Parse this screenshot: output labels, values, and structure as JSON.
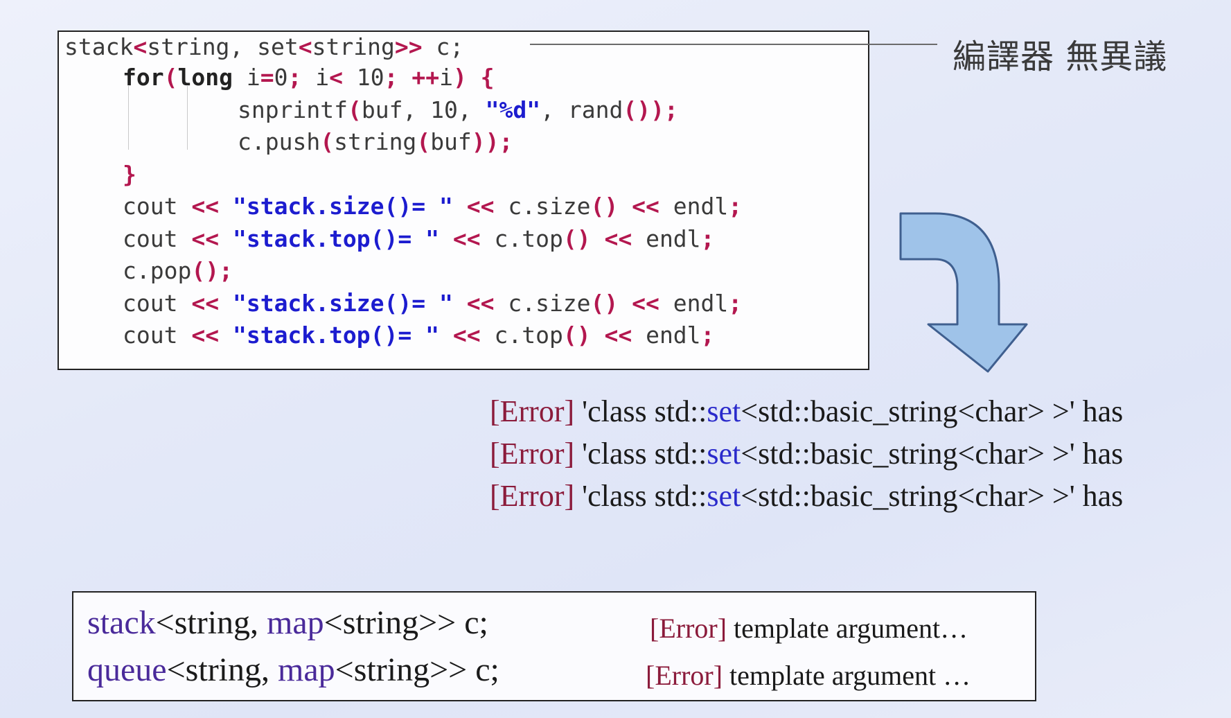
{
  "code": {
    "line1": {
      "type": "stack",
      "lt1": "<",
      "arg1": "string, ",
      "set": "set",
      "lt2": "<",
      "arg2": "string",
      "gt": ">>",
      "tail": " c;"
    },
    "line2": {
      "for": "for",
      "open": "(",
      "long": "long",
      "init": " i",
      "eq": "=",
      "rest1": "0",
      "semi1": ";",
      "cond": " i",
      "lt": "<",
      "num": " 10",
      "semi2": ";",
      "inc": " ++",
      "var": "i",
      "close": ")",
      "brace": " {"
    },
    "line3": {
      "fn": "snprintf",
      "open": "(",
      "args": "buf, 10, ",
      "fmt": "\"%d\"",
      "comma": ", rand",
      "parens": "()",
      "close": ");"
    },
    "line4": {
      "obj": "c.push",
      "open": "(",
      "fn": "string",
      "open2": "(",
      "arg": "buf",
      "close": "));"
    },
    "line5": {
      "brace": "}"
    },
    "line6": {
      "cout": "cout ",
      "op1": "<<",
      "str": " \"stack.size()= \" ",
      "op2": "<<",
      "call": " c.size",
      "parens": "()",
      "sp": " ",
      "op3": "<<",
      "endl": " endl",
      "semi": ";"
    },
    "line7": {
      "cout": "cout ",
      "op1": "<<",
      "str": " \"stack.top()= \" ",
      "op2": "<<",
      "call": " c.top",
      "parens": "()",
      "sp": " ",
      "op3": "<<",
      "endl": " endl",
      "semi": ";"
    },
    "line8": {
      "call": "c.pop",
      "parens": "()",
      "semi": ";"
    },
    "line9": {
      "cout": "cout ",
      "op1": "<<",
      "str": " \"stack.size()= \" ",
      "op2": "<<",
      "call": " c.size",
      "parens": "()",
      "sp": " ",
      "op3": "<<",
      "endl": " endl",
      "semi": ";"
    },
    "line10": {
      "cout": "cout ",
      "op1": "<<",
      "str": " \"stack.top()= \" ",
      "op2": "<<",
      "call": " c.top",
      "parens": "()",
      "sp": " ",
      "op3": "<<",
      "endl": " endl",
      "semi": ";"
    }
  },
  "comment": "編譯器 無異議",
  "errors": [
    {
      "tag": "[Error]",
      "pre": " 'class std::",
      "kw": "set",
      "post": "<std::basic_string<char> >' has"
    },
    {
      "tag": "[Error]",
      "pre": " 'class std::",
      "kw": "set",
      "post": "<std::basic_string<char> >' has"
    },
    {
      "tag": "[Error]",
      "pre": " 'class std::",
      "kw": "set",
      "post": "<std::basic_string<char> >' has"
    }
  ],
  "bottom": {
    "row1": {
      "container": "stack",
      "mid": "<string, ",
      "map": "map",
      "tail": "<string>> c;",
      "err_tag": "[Error]",
      "err_text": " template argument…"
    },
    "row2": {
      "container": "queue",
      "mid": "<string, ",
      "map": "map",
      "tail": "<string>> c;",
      "err_tag": "[Error]",
      "err_text": " template argument …"
    }
  },
  "colors": {
    "string_literal": "#1c1ccf",
    "operator": "#b3174f",
    "error_tag": "#8b1b3b",
    "keyword_blue": "#2a2acb",
    "arrow_fill": "#9fc3e9",
    "arrow_stroke": "#3f5f8f"
  },
  "icons": {
    "arrow": "curved-down-arrow-icon"
  }
}
